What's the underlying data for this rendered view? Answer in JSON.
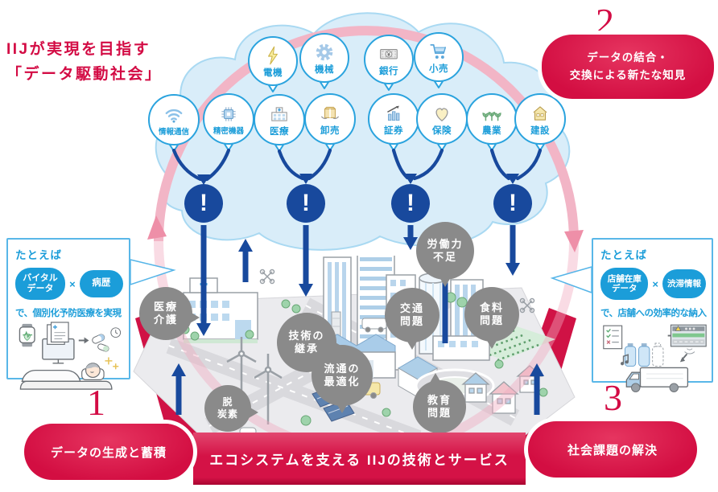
{
  "title": {
    "line1": "IIJが実現を目指す",
    "line2": "「データ駆動社会」"
  },
  "cloud": {
    "industries": [
      {
        "label": "電機",
        "icon": "lightning-icon"
      },
      {
        "label": "機械",
        "icon": "gear-icon"
      },
      {
        "label": "銀行",
        "icon": "banknote-icon"
      },
      {
        "label": "小売",
        "icon": "cart-icon"
      },
      {
        "label": "情報通信",
        "icon": "wifi-icon"
      },
      {
        "label": "精密機器",
        "icon": "chip-icon"
      },
      {
        "label": "医療",
        "icon": "hospital-icon"
      },
      {
        "label": "卸売",
        "icon": "package-icon"
      },
      {
        "label": "証券",
        "icon": "chart-icon"
      },
      {
        "label": "保険",
        "icon": "heart-icon"
      },
      {
        "label": "農業",
        "icon": "sprout-icon"
      },
      {
        "label": "建設",
        "icon": "house-icon"
      }
    ]
  },
  "alerts": {
    "symbol": "!"
  },
  "steps": {
    "one": {
      "number": "1",
      "label": "データの生成と蓄積"
    },
    "two": {
      "number": "2",
      "line1": "データの結合・",
      "line2": "交換による新たな知見"
    },
    "three": {
      "number": "3",
      "label": "社会課題の解決"
    }
  },
  "banner": {
    "label": "エコシステムを支える IIJの技術とサービス"
  },
  "city": {
    "issues": [
      {
        "line1": "医療",
        "line2": "介護"
      },
      {
        "line1": "技術の",
        "line2": "継承"
      },
      {
        "line1": "労働力",
        "line2": "不足"
      },
      {
        "line1": "交通",
        "line2": "問題"
      },
      {
        "line1": "食料",
        "line2": "問題"
      },
      {
        "line1": "流通の",
        "line2": "最適化"
      },
      {
        "line1": "教育",
        "line2": "問題"
      },
      {
        "line1": "脱",
        "line2": "炭素"
      }
    ]
  },
  "examples": {
    "left": {
      "intro": "たとえば",
      "pill1_line1": "バイタル",
      "pill1_line2": "データ",
      "operator": "×",
      "pill2": "病歴",
      "result": "で、個別化予防医療を実現"
    },
    "right": {
      "intro": "たとえば",
      "pill1_line1": "店舗在庫",
      "pill1_line2": "データ",
      "operator": "×",
      "pill2": "渋滞情報",
      "result": "で、店舗への効率的な納入"
    }
  },
  "colors": {
    "crimson": "#d30b44",
    "dark_blue": "#18499d",
    "sky_blue": "#1b9dd9",
    "pink_ring": "#f2b5c6",
    "gray_bubble": "#8a8a8a",
    "cloud_fill": "#d9edf9"
  }
}
